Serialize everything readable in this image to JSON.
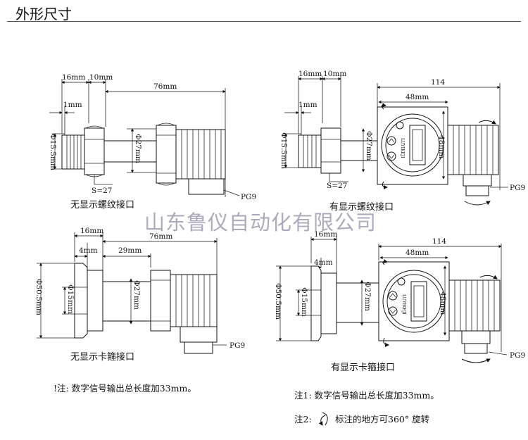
{
  "title": "外形尺寸",
  "watermark": "山东鲁仪自动化有限公司",
  "diagrams": {
    "a": {
      "caption": "无显示螺纹接口",
      "dims": {
        "d1": "16mm",
        "d2": "10mm",
        "d3": "76mm",
        "d4": "1mm",
        "phi1": "Φ15.5mm",
        "phi2": "Φ27mm",
        "s": "S=27",
        "pg": "PG9"
      }
    },
    "b": {
      "caption": "有显示螺纹接口",
      "dims": {
        "d1": "16mm",
        "d2": "10mm",
        "d3": "114",
        "d4": "1mm",
        "d5": "48mm",
        "d6": "48mm",
        "phi1": "Φ15.5mm",
        "phi2": "Φ27mm",
        "s": "S=27",
        "pg": "PG9",
        "brand": "LUYIKEJI"
      }
    },
    "c": {
      "caption": "无显示卡箍接口",
      "dims": {
        "d1": "16mm",
        "d2": "4mm",
        "d3": "29mm",
        "d4": "76mm",
        "phi1": "Φ50.5mm",
        "phi2": "Φ15mm",
        "phi3": "Φ27mm",
        "pg": "PG9"
      }
    },
    "d": {
      "caption": "有显示卡箍接口",
      "dims": {
        "d1": "16mm",
        "d2": "4mm",
        "d3": "114",
        "d4": "48mm",
        "d5": "48mm",
        "phi1": "Φ50.5mm",
        "phi2": "Φ15mm",
        "phi3": "Φ27mm",
        "pg": "PG9",
        "brand": "LUYIKEJI"
      }
    }
  },
  "notes": {
    "left": "!注: 数字信号输出总长度加33mm。",
    "right1": "注1: 数字信号输出总长度加33mm。",
    "right2_prefix": "注2:",
    "right2_text": "标注的地方可360° 旋转"
  }
}
